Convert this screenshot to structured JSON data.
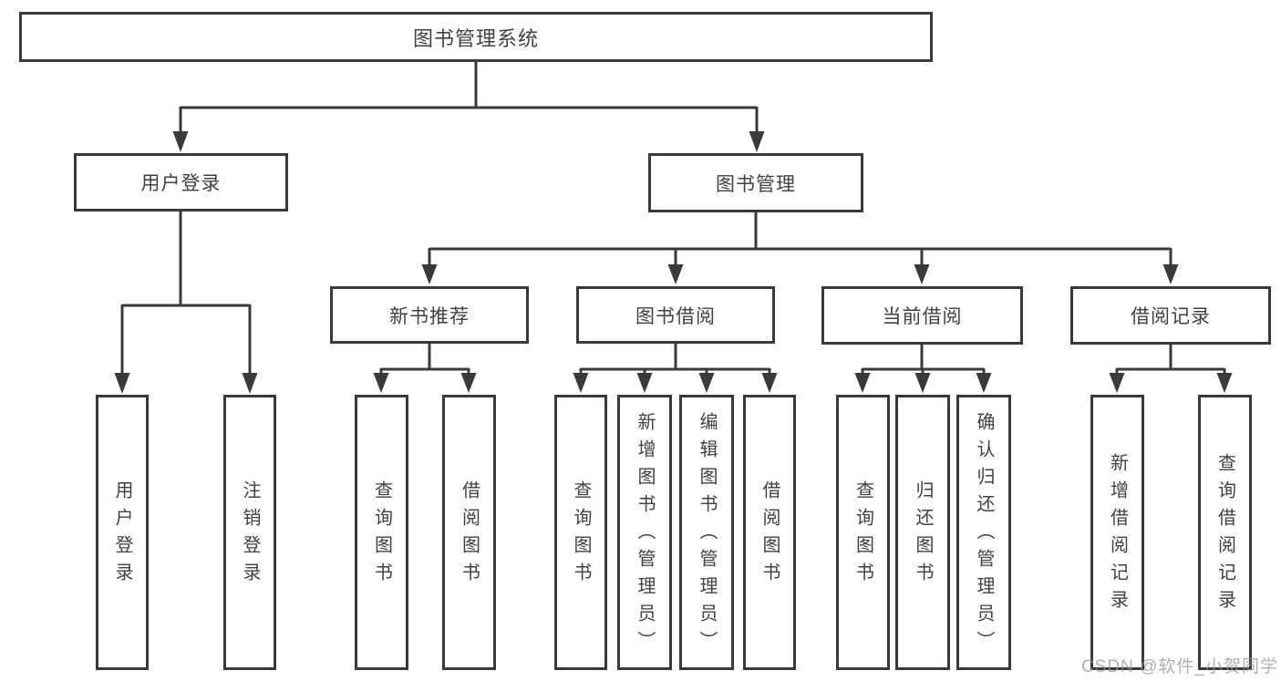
{
  "diagram_title": "图书管理系统",
  "tree": {
    "root": {
      "label": "图书管理系统"
    },
    "children": [
      {
        "label": "用户登录",
        "children": [
          {
            "label": "用户登录"
          },
          {
            "label": "注销登录"
          }
        ]
      },
      {
        "label": "图书管理",
        "children": [
          {
            "label": "新书推荐",
            "children": [
              {
                "label": "查询图书"
              },
              {
                "label": "借阅图书"
              }
            ]
          },
          {
            "label": "图书借阅",
            "children": [
              {
                "label": "查询图书"
              },
              {
                "label": "新增图书（管理员）"
              },
              {
                "label": "编辑图书（管理员）"
              },
              {
                "label": "借阅图书"
              }
            ]
          },
          {
            "label": "当前借阅",
            "children": [
              {
                "label": "查询图书"
              },
              {
                "label": "归还图书"
              },
              {
                "label": "确认归还（管理员）"
              }
            ]
          },
          {
            "label": "借阅记录",
            "children": [
              {
                "label": "新增借阅记录"
              },
              {
                "label": "查询借阅记录"
              }
            ]
          }
        ]
      }
    ]
  },
  "watermark": {
    "text": "CSDN @软件_小贺同学"
  },
  "colors": {
    "line": "#3a3a3a",
    "box_border": "#3a3a3a",
    "box_fill": "#ffffff",
    "text": "#414141",
    "watermark": "#a9a9a9",
    "background": "#ffffff"
  }
}
